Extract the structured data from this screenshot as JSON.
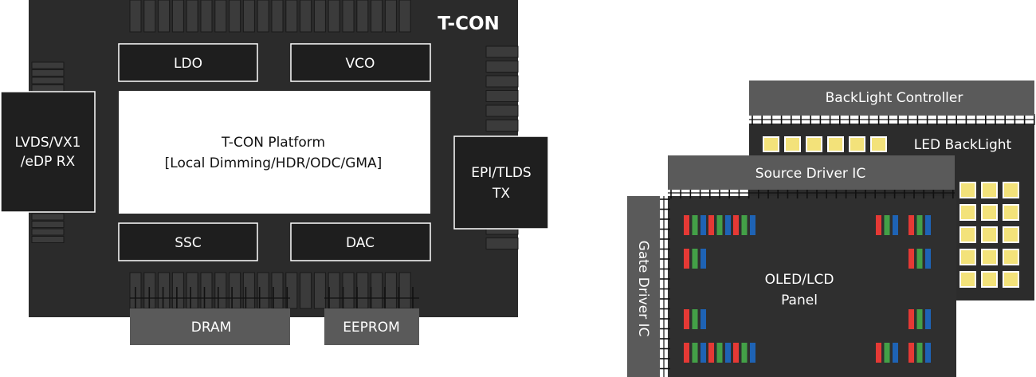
{
  "tcon": {
    "title": "T-CON",
    "ldo": "LDO",
    "vco": "VCO",
    "platform_line1": "T-CON Platform",
    "platform_line2": "[Local Dimming/HDR/ODC/GMA]",
    "ssc": "SSC",
    "dac": "DAC",
    "rx_line1": "LVDS/VX1",
    "rx_line2": "/eDP RX",
    "tx_line1": "EPI/TLDS",
    "tx_line2": "TX",
    "dram": "DRAM",
    "eeprom": "EEPROM"
  },
  "panel": {
    "backlight_controller": "BackLight Controller",
    "led_backlight": "LED BackLight",
    "source_driver": "Source Driver IC",
    "gate_driver": "Gate Driver IC",
    "panel_line1": "OLED/LCD",
    "panel_line2": "Panel"
  },
  "colors": {
    "chip": "#2a2a2a",
    "board": "#333333",
    "connector": "#555555",
    "pixel_red": "#e53935",
    "pixel_green": "#43a047",
    "pixel_blue": "#1e63b5",
    "led": "#f3e27a"
  }
}
